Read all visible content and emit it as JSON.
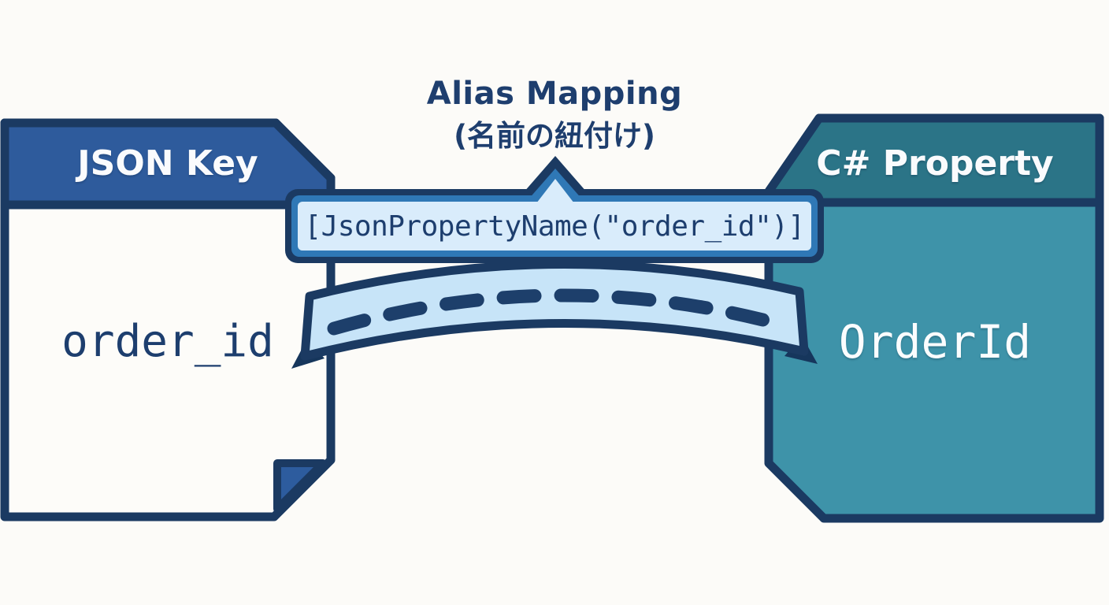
{
  "diagram": {
    "title": {
      "line1": "Alias Mapping",
      "line2": "(名前の紐付け)"
    },
    "badge": {
      "code": "[JsonPropertyName(\"order_id\")]"
    },
    "left_panel": {
      "header": "JSON Key",
      "value": "order_id"
    },
    "right_panel": {
      "header": "C# Property",
      "value": "OrderId"
    },
    "connector": {
      "style": "dashed-arc-ribbon"
    },
    "colors": {
      "background": "#fcfbf8",
      "navy_outline": "#1b3a62",
      "navy_text": "#1e3e6e",
      "left_header_blue": "#2e5b9c",
      "left_body_white": "#fdfcf9",
      "right_header_teal": "#2b7487",
      "right_body_teal": "#3e93a9",
      "badge_fill_light_blue": "#d9ecfb",
      "badge_border_mid_blue": "#2f78b6",
      "ribbon_fill_light_blue": "#c7e4f8",
      "white_text": "#fafbfd"
    }
  }
}
